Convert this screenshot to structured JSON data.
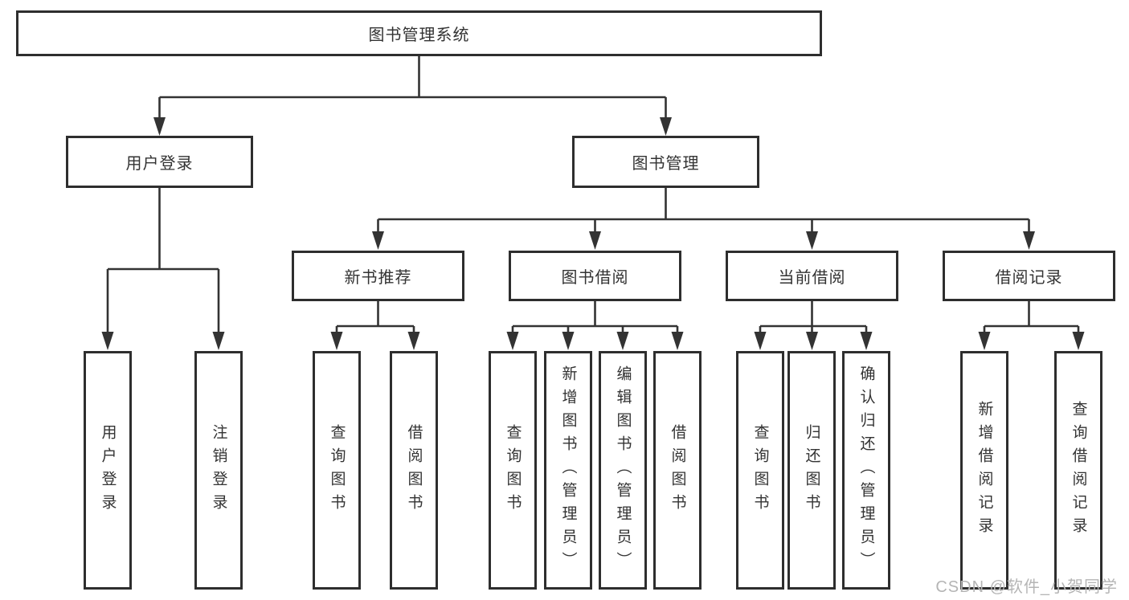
{
  "title": "图书管理系统",
  "watermark": "CSDN @软件_小贺同学",
  "colors": {
    "line": "#333333",
    "box_border": "#2e2e2e",
    "text": "#333333",
    "background": "#ffffff",
    "watermark": "#b5b5b5"
  },
  "nodes": {
    "root": {
      "label": "图书管理系统"
    },
    "user_login": {
      "label": "用户登录"
    },
    "book_management": {
      "label": "图书管理"
    },
    "user_login_leaf": {
      "label": "用户登录"
    },
    "logout_leaf": {
      "label": "注销登录"
    },
    "new_book_rec": {
      "label": "新书推荐"
    },
    "book_borrow": {
      "label": "图书借阅"
    },
    "current_borrow": {
      "label": "当前借阅"
    },
    "borrow_records": {
      "label": "借阅记录"
    },
    "nb_query_books": {
      "label": "查询图书"
    },
    "nb_borrow_books": {
      "label": "借阅图书"
    },
    "bb_query_books": {
      "label": "查询图书"
    },
    "bb_add_books": {
      "label": "新增图书（管理员）"
    },
    "bb_edit_books": {
      "label": "编辑图书（管理员）"
    },
    "bb_borrow_books": {
      "label": "借阅图书"
    },
    "cb_query_books": {
      "label": "查询图书"
    },
    "cb_return_books": {
      "label": "归还图书"
    },
    "cb_confirm_return": {
      "label": "确认归还（管理员）"
    },
    "br_add_record": {
      "label": "新增借阅记录"
    },
    "br_query_record": {
      "label": "查询借阅记录"
    }
  },
  "hierarchy": {
    "图书管理系统": {
      "用户登录": [
        "用户登录",
        "注销登录"
      ],
      "图书管理": {
        "新书推荐": [
          "查询图书",
          "借阅图书"
        ],
        "图书借阅": [
          "查询图书",
          "新增图书（管理员）",
          "编辑图书（管理员）",
          "借阅图书"
        ],
        "当前借阅": [
          "查询图书",
          "归还图书",
          "确认归还（管理员）"
        ],
        "借阅记录": [
          "新增借阅记录",
          "查询借阅记录"
        ]
      }
    }
  }
}
